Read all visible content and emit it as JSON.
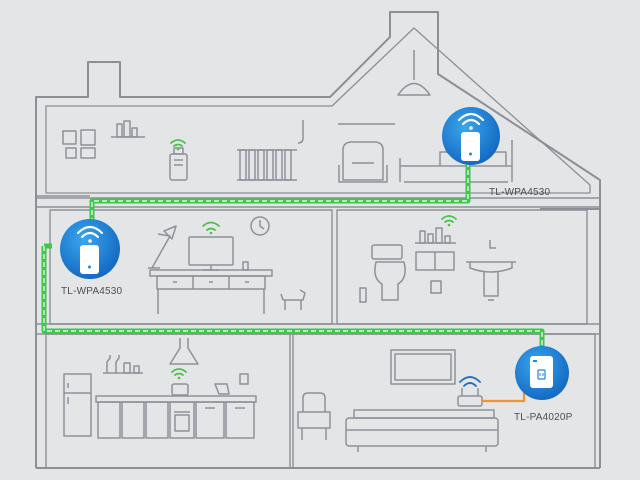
{
  "devices": [
    {
      "id": "attic",
      "label": "TL-WPA4530",
      "type": "wifi-adapter"
    },
    {
      "id": "office",
      "label": "TL-WPA4530",
      "type": "wifi-adapter"
    },
    {
      "id": "living",
      "label": "TL-PA4020P",
      "type": "powerline-adapter"
    }
  ],
  "colors": {
    "background": "#e4e5e7",
    "wall_line": "#8b9096",
    "furniture_line": "#8d9298",
    "powerline_green": "#3cc84a",
    "ethernet_orange": "#f29433",
    "wifi_green": "#49c04a",
    "device_blue": "#1f8ad8",
    "device_white": "#ffffff",
    "router_wifi_blue": "#2a6fb5"
  },
  "icons": [
    "wifi-icon",
    "plug-icon",
    "router-icon",
    "clock-icon"
  ]
}
